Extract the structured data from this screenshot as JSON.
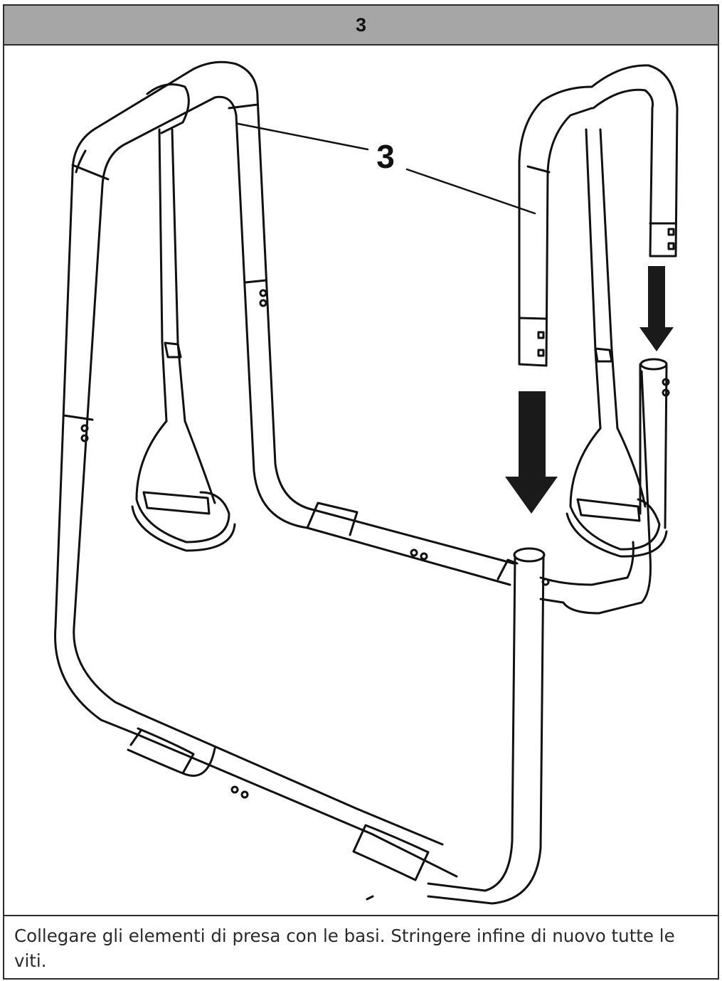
{
  "step": {
    "number": "3"
  },
  "figure": {
    "callout_label": "3",
    "colors": {
      "line": "#111111",
      "arrow": "#1a1a1a",
      "header": "#a6a6a6"
    }
  },
  "caption": {
    "text": "Collegare gli elementi di presa con le basi. Stringere infine di nuovo tutte le viti."
  }
}
